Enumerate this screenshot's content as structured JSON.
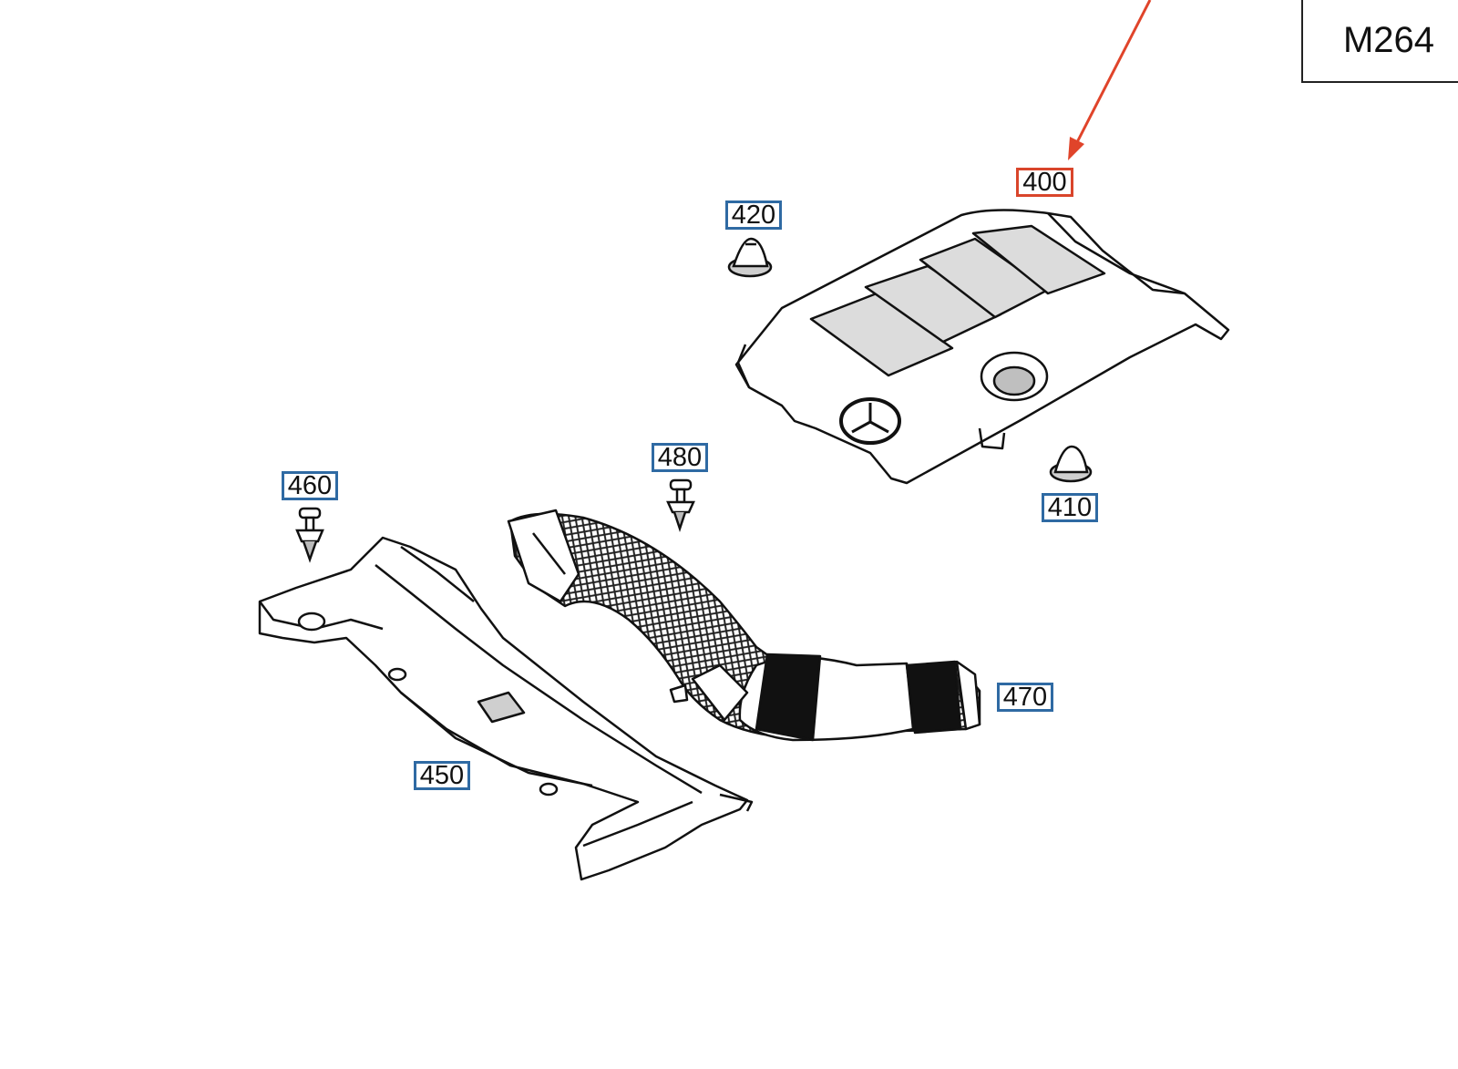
{
  "model": "M264",
  "colors": {
    "callout_border": "#2f6aa3",
    "selected_border": "#d9452b",
    "arrow": "#e0442a",
    "line": "#111111"
  },
  "parts": [
    {
      "id": "p400",
      "label": "400",
      "name": "engine cover",
      "selected": true
    },
    {
      "id": "p420",
      "label": "420",
      "name": "rubber grommet"
    },
    {
      "id": "p410",
      "label": "410",
      "name": "rubber grommet"
    },
    {
      "id": "p480",
      "label": "480",
      "name": "clip"
    },
    {
      "id": "p460",
      "label": "460",
      "name": "clip"
    },
    {
      "id": "p470",
      "label": "470",
      "name": "air intake hose"
    },
    {
      "id": "p450",
      "label": "450",
      "name": "air duct"
    }
  ]
}
